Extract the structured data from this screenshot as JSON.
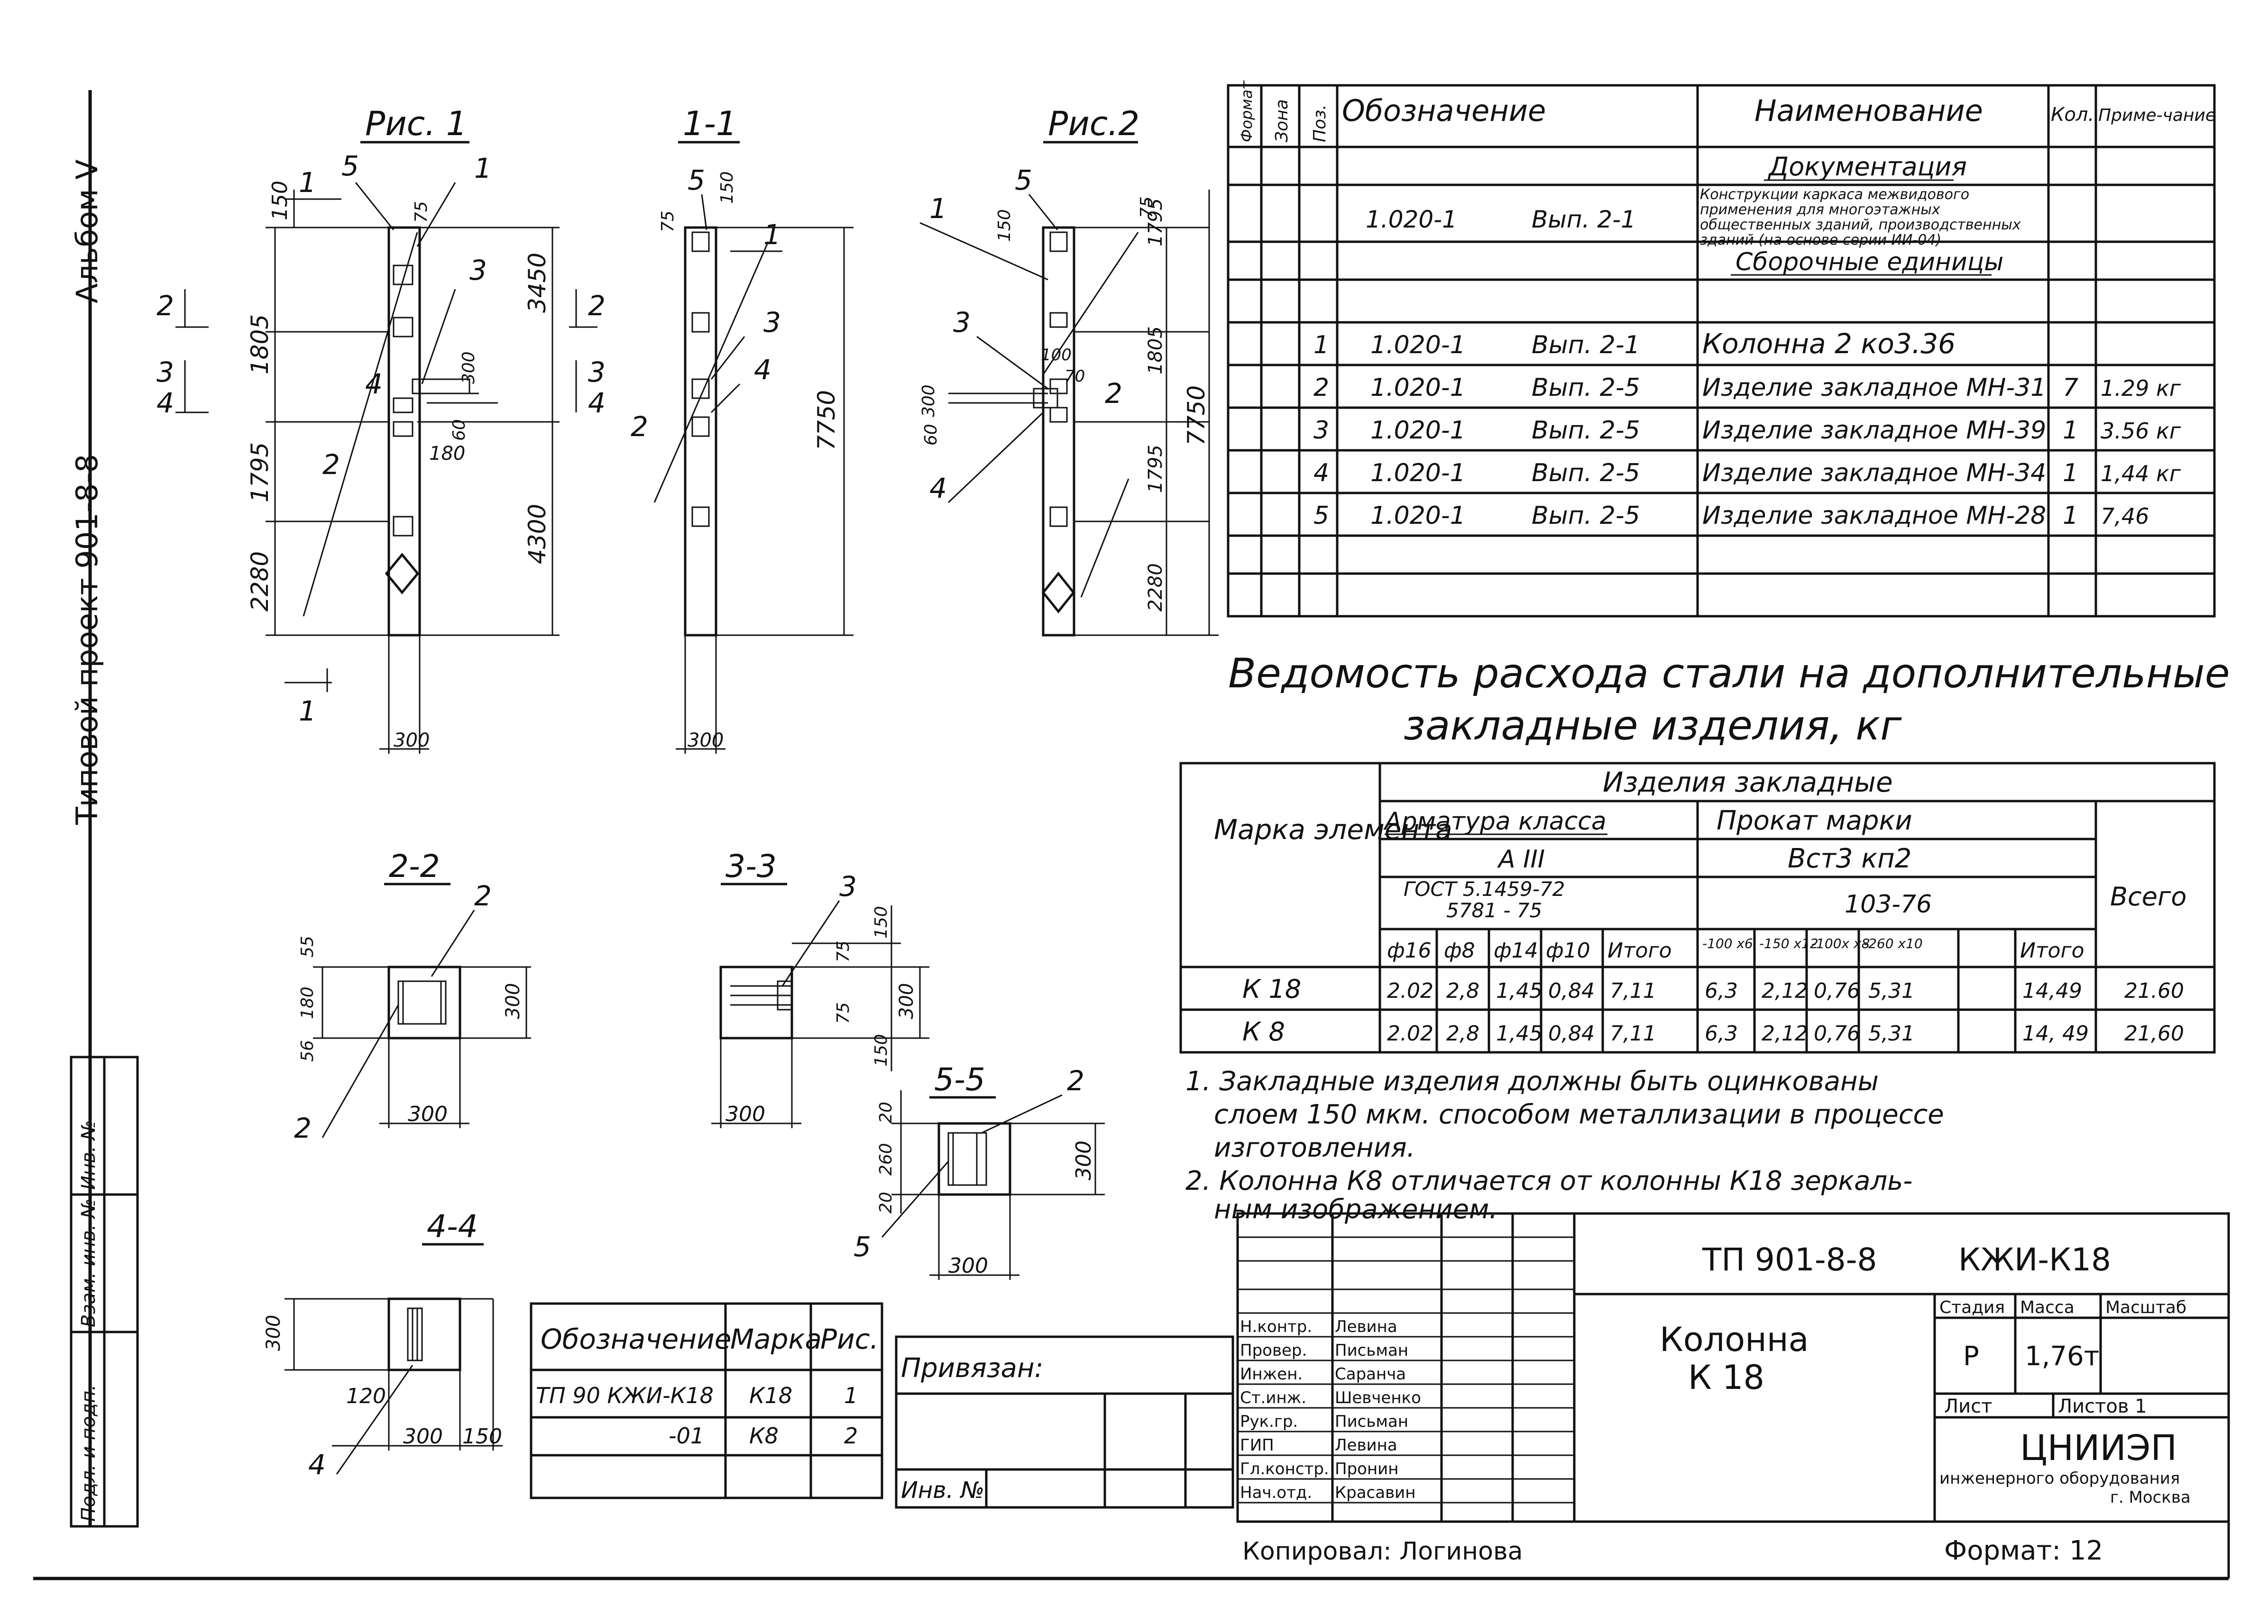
{
  "album": {
    "left_spine": "Типовой проект 901-8-8",
    "album_label": "Альбом V",
    "stamp_cols": [
      "Подл. и подп.",
      "Взам. инв. №",
      "Инв. №"
    ]
  },
  "figures": {
    "fig1": "Рис. 1",
    "sec11": "1-1",
    "fig2": "Рис.2",
    "s22": "2-2",
    "s33": "3-3",
    "s44": "4-4",
    "s55": "5-5"
  },
  "dims": {
    "d150": "150",
    "d75": "75",
    "d3450": "3450",
    "d1805": "1805",
    "d1795": "1795",
    "d2280": "2280",
    "d4300": "4300",
    "d7750": "7750",
    "d300": "300",
    "d180": "180",
    "d60": "60",
    "d100": "100",
    "d70": "70",
    "d55": "55",
    "d56": "56",
    "d260": "260",
    "d20": "20",
    "d120": "120"
  },
  "callouts": [
    "1",
    "2",
    "3",
    "4",
    "5"
  ],
  "spec": {
    "headers": [
      "Формат",
      "Зона",
      "Поз.",
      "Обозначение",
      "Наименование",
      "Кол.",
      "Приме-чание"
    ],
    "doc_header": "Документация",
    "doc_row": {
      "code": "1.020-1",
      "issue": "Вып. 2-1",
      "name": "Конструкции каркаса межвидового применения для многоэтажных общественных зданий, производственных зданий (на основе серии ИИ-04)"
    },
    "asm_header": "Сборочные единицы",
    "rows": [
      {
        "pos": "1",
        "code": "1.020-1",
        "issue": "Вып. 2-1",
        "name": "Колонна 2 ко3.36",
        "qty": "",
        "note": ""
      },
      {
        "pos": "2",
        "code": "1.020-1",
        "issue": "Вып. 2-5",
        "name": "Изделие закладное МН-31",
        "qty": "7",
        "note": "1.29 кг"
      },
      {
        "pos": "3",
        "code": "1.020-1",
        "issue": "Вып. 2-5",
        "name": "Изделие закладное МН-39",
        "qty": "1",
        "note": "3.56 кг"
      },
      {
        "pos": "4",
        "code": "1.020-1",
        "issue": "Вып. 2-5",
        "name": "Изделие закладное МН-34",
        "qty": "1",
        "note": "1,44 кг"
      },
      {
        "pos": "5",
        "code": "1.020-1",
        "issue": "Вып. 2-5",
        "name": "Изделие закладное МН-28",
        "qty": "1",
        "note": "7,46"
      }
    ]
  },
  "steel": {
    "title_line1": "Ведомость расхода стали на дополнительные",
    "title_line2": "закладные изделия, кг",
    "col_mark": "Марка элемента",
    "group": "Изделия закладные",
    "armature": "Арматура класса",
    "armature_class": "А III",
    "armature_gost": "ГОСТ 5781-75",
    "armature_gost2": "5781 - 75",
    "armature_std": "ГОСТ 5.1459-72",
    "rolled": "Прокат марки",
    "rolled_grade": "Вст3 кп2",
    "rolled_std": "103-76",
    "total": "Всего",
    "sub_headers": [
      "ф16",
      "ф8",
      "ф14",
      "ф10",
      "Итого",
      "-100 x6",
      "-150 x12",
      "-100x x8",
      "-260 x10",
      "",
      "Итого"
    ],
    "rows": [
      {
        "mark": "К 18",
        "vals": [
          "2.02",
          "2,8",
          "1,45",
          "0,84",
          "7,11",
          "6,3",
          "2,12",
          "0,76",
          "5,31",
          "",
          "14,49"
        ],
        "total": "21.60"
      },
      {
        "mark": "К 8",
        "vals": [
          "2.02",
          "2,8",
          "1,45",
          "0,84",
          "7,11",
          "6,3",
          "2,12",
          "0,76",
          "5,31",
          "",
          "14, 49"
        ],
        "total": "21,60"
      }
    ]
  },
  "notes": [
    "1. Закладные изделия должны быть оцинкованы",
    "слоем 150 мкм. способом металлизации в процессе",
    "изготовления.",
    "2. Колонна К8 отличается от колонны К18 зеркаль-",
    "ным изображением."
  ],
  "marks_table": {
    "headers": [
      "Обозначение",
      "Марка",
      "Рис."
    ],
    "rows": [
      {
        "code": "ТП 90 КЖИ-К18",
        "mark": "К18",
        "fig": "1"
      },
      {
        "code": "-01",
        "mark": "К8",
        "fig": "2"
      }
    ]
  },
  "privyazan": "Привязан:",
  "inv_no": "Инв. №",
  "title_block": {
    "project": "ТП 901-8-8",
    "sheet_code": "КЖИ-К18",
    "roles": [
      {
        "role": "Н.контр.",
        "name": "Левина"
      },
      {
        "role": "Провер.",
        "name": "Письман"
      },
      {
        "role": "Инжен.",
        "name": "Саранча"
      },
      {
        "role": "Ст.инж.",
        "name": "Шевченко"
      },
      {
        "role": "Рук.гр.",
        "name": "Письман"
      },
      {
        "role": "ГИП",
        "name": "Левина"
      },
      {
        "role": "Гл.констр.",
        "name": "Пронин"
      },
      {
        "role": "Нач.отд.",
        "name": "Красавин"
      }
    ],
    "name_line1": "Колонна",
    "name_line2": "К 18",
    "stage_label": "Стадия",
    "mass_label": "Масса",
    "scale_label": "Масштаб",
    "stage": "Р",
    "mass": "1,76т",
    "sheet_label": "Лист",
    "sheets_label": "Листов 1",
    "org": "ЦНИИЭП",
    "org_sub": "инженерного оборудования",
    "org_city": "г. Москва",
    "copied": "Копировал: Логинова",
    "format": "Формат: 12"
  }
}
